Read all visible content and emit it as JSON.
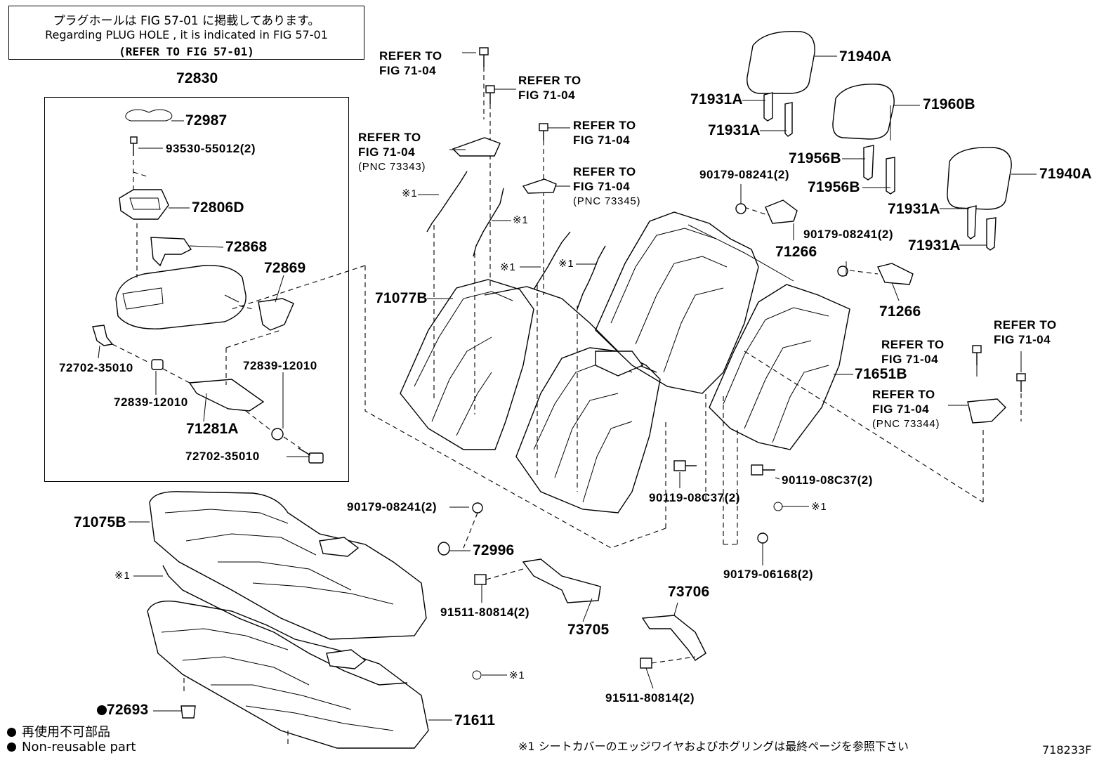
{
  "notes": {
    "line1": "プラグホールは FIG 57-01 に掲載してあります。",
    "line2": "Regarding  PLUG  HOLE , it is indicated in FIG  57-01",
    "line3": "(REFER  TO  FIG  57-01)"
  },
  "inset": {
    "title": "72830",
    "parts": {
      "p72987": "72987",
      "p93530": "93530-55012(2)",
      "p72806D": "72806D",
      "p72868": "72868",
      "p72869": "72869",
      "p72702a": "72702-35010",
      "p72839a": "72839-12010",
      "p72839b": "72839-12010",
      "p71281A": "71281A",
      "p72702b": "72702-35010"
    }
  },
  "refs": {
    "r1": [
      "REFER  TO",
      "FIG  71-04"
    ],
    "r2": [
      "REFER  TO",
      "FIG  71-04"
    ],
    "r3": [
      "REFER  TO",
      "FIG  71-04",
      "(PNC  73343)"
    ],
    "r4": [
      "REFER  TO",
      "FIG  71-04"
    ],
    "r5": [
      "REFER  TO",
      "FIG  71-04",
      "(PNC  73345)"
    ],
    "r6": [
      "REFER  TO",
      "FIG  71-04"
    ],
    "r7": [
      "REFER  TO",
      "FIG  71-04"
    ],
    "r8": [
      "REFER  TO",
      "FIG  71-04",
      "(PNC  73344)"
    ]
  },
  "parts": {
    "p71940A_1": "71940A",
    "p71960B": "71960B",
    "p71940A_2": "71940A",
    "p71931A_1": "71931A",
    "p71931A_2": "71931A",
    "p71931A_3": "71931A",
    "p71931A_4": "71931A",
    "p71956B_1": "71956B",
    "p71956B_2": "71956B",
    "p90179_1": "90179-08241(2)",
    "p90179_2": "90179-08241(2)",
    "p90179_3": "90179-08241(2)",
    "p71266_1": "71266",
    "p71266_2": "71266",
    "p71077B": "71077B",
    "p71651B": "71651B",
    "p90119_1": "90119-08C37(2)",
    "p90119_2": "90119-08C37(2)",
    "p72996": "72996",
    "p90179_06168": "90179-06168(2)",
    "p91511_1": "91511-80814(2)",
    "p91511_2": "91511-80814(2)",
    "p73705": "73705",
    "p73706": "73706",
    "p71075B": "71075B",
    "p71611": "71611",
    "p72693": "72693"
  },
  "marks": {
    "m1": "※1",
    "m2": "※1",
    "m3": "※1",
    "m4": "※1",
    "m5": "※1",
    "m6": "※1",
    "m7": "※1"
  },
  "legend": {
    "jp": "再使用不可部品",
    "en": "Non-reusable part"
  },
  "footnote": "※1 シートカバーのエッジワイヤおよびホグリングは最終ページを参照下さい",
  "figure_id": "718233F"
}
